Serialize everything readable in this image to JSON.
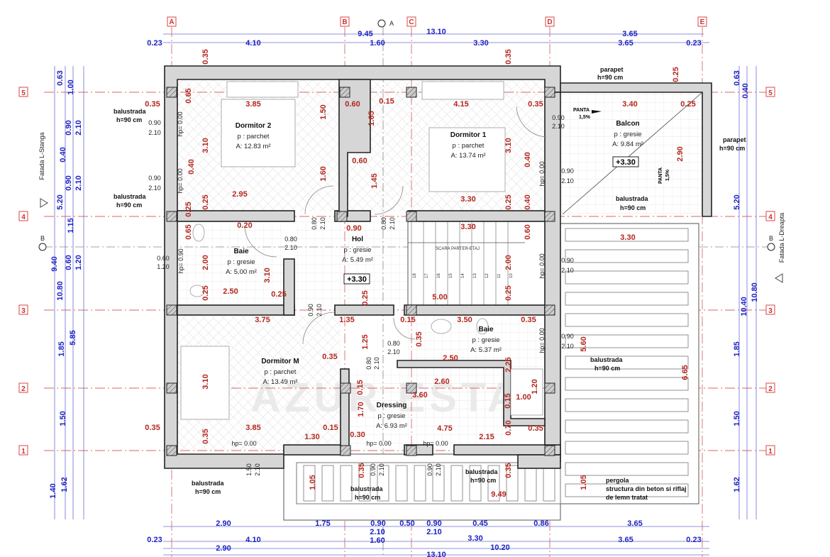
{
  "grid": {
    "columns": [
      "A",
      "B",
      "C",
      "D",
      "E"
    ],
    "rows": [
      "5",
      "4",
      "3",
      "2",
      "1"
    ],
    "section_a": "A",
    "section_b": "B"
  },
  "facades": {
    "left": "Fatada L-Stanga",
    "right": "Fatada L-Dreapta"
  },
  "rooms": [
    {
      "name": "Dormitor 2",
      "floor": "p : parchet",
      "area": "A: 12.83 m²"
    },
    {
      "name": "Dormitor 1",
      "floor": "p : parchet",
      "area": "A: 13.74 m²"
    },
    {
      "name": "Balcon",
      "floor": "p : gresie",
      "area": "A: 9.84 m²"
    },
    {
      "name": "Baie",
      "floor": "p : gresie",
      "area": "A: 5.00 m²"
    },
    {
      "name": "Hol",
      "floor": "p : gresie",
      "area": "A: 5.49 m²"
    },
    {
      "name": "Dormitor M",
      "floor": "p : parchet",
      "area": "A: 13.49 m²"
    },
    {
      "name": "Baie",
      "floor": "p : gresie",
      "area": "A: 5.37 m²"
    },
    {
      "name": "Dressing",
      "floor": "p : gresie",
      "area": "A: 6.93 m²"
    }
  ],
  "levels": [
    "+3.30",
    "+3.30"
  ],
  "annotations": {
    "balustrada": "balustrada",
    "h90": "h=90 cm",
    "parapet": "parapet",
    "panta": "PANTA",
    "panta_value": "1,5%",
    "stairs": "SCARA PARTER-ETAJ",
    "pergola": "pergola",
    "pergola_desc1": "structura din beton si riflaj",
    "pergola_desc2": "de lemn tratat"
  },
  "dims_blue": [
    "9.45",
    "13.10",
    "3.65",
    "0.23",
    "4.10",
    "1.60",
    "3.30",
    "3.65",
    "0.23",
    "2.90",
    "1.75",
    "0.90",
    "0.50",
    "0.90",
    "0.45",
    "0.86",
    "3.65",
    "2.10",
    "2.10",
    "0.23",
    "4.10",
    "1.60",
    "3.30",
    "3.65",
    "0.23",
    "2.90",
    "10.20",
    "13.10",
    "0.63",
    "1.00",
    "0.90",
    "2.10",
    "0.40",
    "0.90",
    "2.10",
    "5.20",
    "1.15",
    "9.40",
    "0.60",
    "1.20",
    "10.80",
    "1.85",
    "5.85",
    "1.50",
    "1.40",
    "1.62",
    "0.63",
    "0.40",
    "5.20",
    "10.40",
    "10.80",
    "1.85",
    "1.50",
    "1.62"
  ],
  "dims_red": [
    "0.35",
    "0.35",
    "0.25",
    "0.65",
    "0.35",
    "3.85",
    "1.50",
    "0.60",
    "0.15",
    "1.65",
    "4.15",
    "0.35",
    "3.40",
    "0.25",
    "3.10",
    "0.60",
    "3.10",
    "0.40",
    "1.60",
    "1.45",
    "0.40",
    "2.90",
    "2.95",
    "0.25",
    "0.25",
    "3.30",
    "0.25",
    "0.40",
    "0.20",
    "0.90",
    "3.30",
    "3.30",
    "0.65",
    "0.60",
    "2.00",
    "2.00",
    "3.10",
    "2.50",
    "0.25",
    "0.25",
    "0.25",
    "5.00",
    "0.25",
    "3.75",
    "1.35",
    "0.15",
    "3.50",
    "0.35",
    "1.25",
    "0.35",
    "0.35",
    "2.50",
    "2.25",
    "5.60",
    "6.65",
    "3.10",
    "0.15",
    "2.60",
    "3.60",
    "1.20",
    "0.15",
    "1.00",
    "1.70",
    "0.35",
    "3.85",
    "0.15",
    "1.30",
    "0.30",
    "4.75",
    "2.15",
    "0.70",
    "0.35",
    "0.35",
    "0.35",
    "1.05",
    "0.35",
    "9.49",
    "1.05"
  ],
  "openings": [
    "0.90",
    "2.10",
    "0.90",
    "2.10",
    "0.80",
    "2.10",
    "0.80",
    "2.10",
    "0.80",
    "2.10",
    "0.60",
    "1.20",
    "0.90",
    "2.10",
    "0.90",
    "2.10",
    "0.90",
    "2.10",
    "0.90",
    "2.10",
    "0.90",
    "2.10",
    "0.80",
    "2.10",
    "0.80",
    "2.10",
    "1.50",
    "2.10",
    "0.90",
    "2.10",
    "0.90",
    "2.10"
  ],
  "hp_labels": [
    "hp= 0.00",
    "hp= 0.00",
    "hp= 0.90",
    "hp= 0.00",
    "hp= 0.00",
    "hp= 0.00",
    "hp= 0.00",
    "hp= 0.00",
    "hp= 0.00"
  ],
  "stair_numbers": [
    "18",
    "17",
    "16",
    "15",
    "14",
    "13",
    "12",
    "11",
    "10"
  ],
  "watermark": "AZUR ESTATE"
}
